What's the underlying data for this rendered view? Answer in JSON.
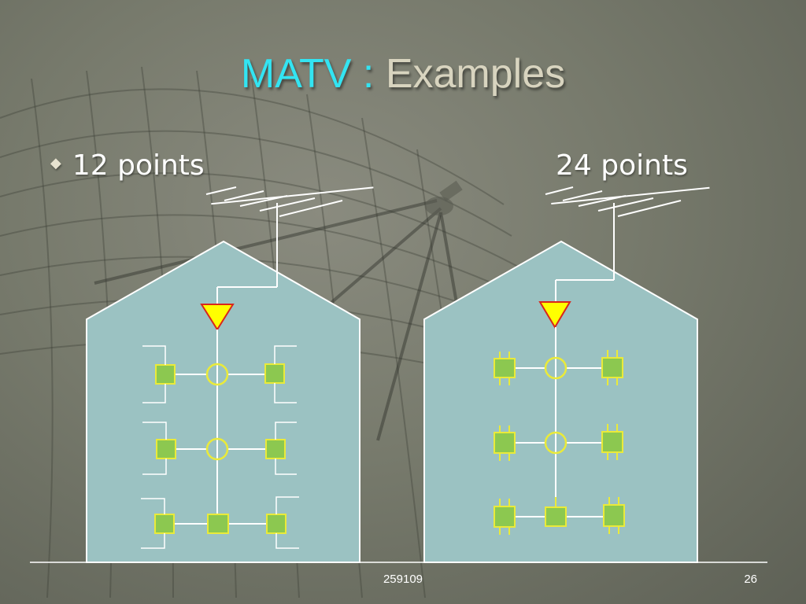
{
  "title": {
    "part1": "MATV",
    "separator": " : ",
    "part2": "Examples"
  },
  "left_label": "12 points",
  "right_label": "24 points",
  "footer": {
    "code": "259109",
    "page": "26"
  },
  "colors": {
    "title_accent": "#33e4f2",
    "title_secondary": "#d8d4bf",
    "house_fill": "#9bc2c2",
    "amplifier_fill": "#ffff00",
    "amplifier_stroke": "#d9261c",
    "outlet_fill": "#8cc850",
    "component_stroke": "#eaea3a"
  },
  "icons": {
    "bullet": "diamond-bullet-icon",
    "amplifier": "amplifier-triangle-icon",
    "splitter": "splitter-circle-icon",
    "outlet": "outlet-square-icon",
    "antenna": "yagi-antenna-icon"
  }
}
